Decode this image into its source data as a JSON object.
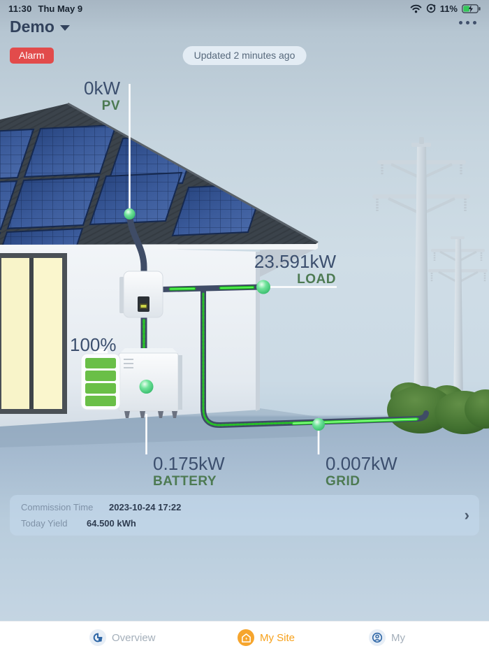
{
  "status_bar": {
    "time": "11:30",
    "date": "Thu May 9",
    "battery_percent": "11%"
  },
  "header": {
    "site_name": "Demo"
  },
  "badges": {
    "alarm_label": "Alarm",
    "updated_label": "Updated 2 minutes ago"
  },
  "energy_flow": {
    "pv": {
      "value": "0kW",
      "label": "PV"
    },
    "load": {
      "value": "23.591kW",
      "label": "LOAD"
    },
    "battery_soc": "100%",
    "battery": {
      "value": "0.175kW",
      "label": "BATTERY"
    },
    "grid": {
      "value": "0.007kW",
      "label": "GRID"
    }
  },
  "site_info": {
    "commission_time_label": "Commission Time",
    "commission_time": "2023-10-24 17:22",
    "today_yield_label": "Today Yield",
    "today_yield": "64.500 kWh"
  },
  "tab_bar": {
    "tabs": [
      {
        "label": "Overview",
        "active": false
      },
      {
        "label": "My Site",
        "active": true
      },
      {
        "label": "My",
        "active": false
      }
    ]
  },
  "colors": {
    "accent_orange": "#f7a11c",
    "alarm_red": "#e24b4b",
    "flow_green": "#35d435",
    "label_green": "#4d7a52",
    "value_navy": "#3c4f6e"
  }
}
